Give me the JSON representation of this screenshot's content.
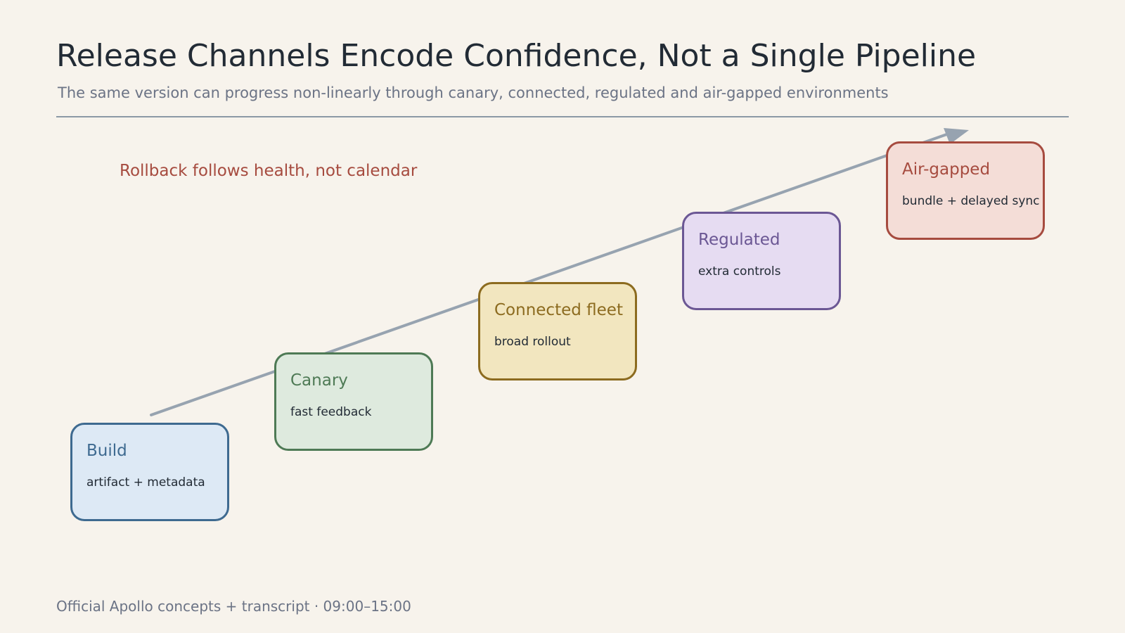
{
  "header": {
    "title": "Release Channels Encode Confidence, Not a Single Pipeline",
    "subtitle": "The same version can progress non-linearly through canary, connected, regulated and air-gapped environments"
  },
  "note": "Rollback follows health, not calendar",
  "stages": [
    {
      "name": "Build",
      "description": "artifact + metadata",
      "color": "#3e6a90",
      "fill": "#dde9f5"
    },
    {
      "name": "Canary",
      "description": "fast feedback",
      "color": "#4e7a55",
      "fill": "#deeade"
    },
    {
      "name": "Connected fleet",
      "description": "broad rollout",
      "color": "#8c6b1f",
      "fill": "#f2e6bf"
    },
    {
      "name": "Regulated",
      "description": "extra controls",
      "color": "#6b5794",
      "fill": "#e6dcf2"
    },
    {
      "name": "Air-gapped",
      "description": "bundle + delayed sync",
      "color": "#a64b3f",
      "fill": "#f4ddd7"
    }
  ],
  "colors": {
    "arrow": "#97a3b0",
    "note": "#a64b3f"
  },
  "footer": "Official Apollo concepts + transcript · 09:00–15:00"
}
